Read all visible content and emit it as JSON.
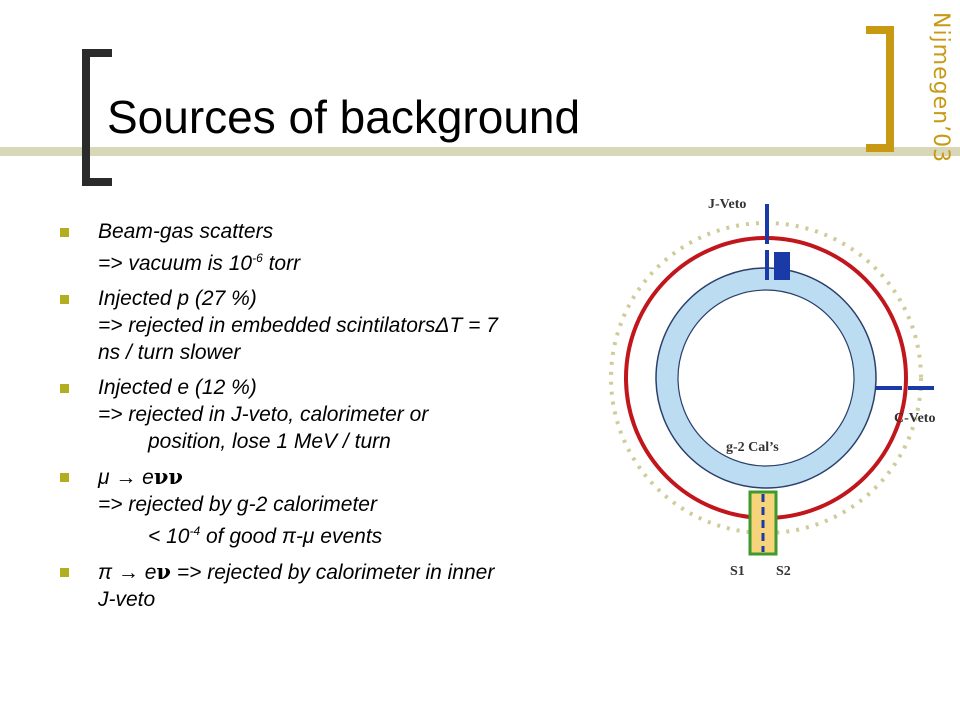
{
  "slide": {
    "title": "Sources of background",
    "side_label": "Nijmegen’03",
    "bullets": [
      {
        "lines": [
          {
            "parts": [
              {
                "t": "Beam-gas scatters"
              }
            ]
          },
          {
            "parts": [
              {
                "t": "=> vacuum is 10"
              },
              {
                "t": "-6",
                "sup": true
              },
              {
                "t": " torr"
              }
            ]
          }
        ]
      },
      {
        "lines": [
          {
            "parts": [
              {
                "t": "Injected p (27 %)"
              }
            ]
          },
          {
            "parts": [
              {
                "t": "=> rejected in embedded scintilatorsΔT = 7"
              }
            ]
          },
          {
            "parts": [
              {
                "t": "ns / turn slower"
              }
            ]
          }
        ]
      },
      {
        "lines": [
          {
            "parts": [
              {
                "t": "Injected e (12 %)"
              }
            ]
          },
          {
            "parts": [
              {
                "t": "=> rejected in J-veto, calorimeter or"
              }
            ]
          },
          {
            "parts": [
              {
                "t": "position, lose 1 MeV / turn"
              }
            ],
            "indent": true
          }
        ]
      },
      {
        "lines": [
          {
            "parts": [
              {
                "t": "μ → e"
              },
              {
                "t": "νν",
                "greek": true
              }
            ]
          },
          {
            "parts": [
              {
                "t": "=> rejected by g-2 calorimeter"
              }
            ]
          },
          {
            "parts": [
              {
                "t": "< 10"
              },
              {
                "t": "-4",
                "sup": true
              },
              {
                "t": " of good π-μ events"
              }
            ],
            "indent": true
          }
        ]
      },
      {
        "lines": [
          {
            "parts": [
              {
                "t": "π → e"
              },
              {
                "t": "ν",
                "greek": true
              },
              {
                "t": " => rejected by calorimeter in inner"
              }
            ]
          },
          {
            "parts": [
              {
                "t": "J-veto"
              }
            ]
          }
        ]
      }
    ]
  },
  "diagram": {
    "labels": {
      "j_veto": "J-Veto",
      "c_veto": "C-Veto",
      "cal": "g-2 Cal’s",
      "s1": "S1",
      "s2": "S2"
    },
    "colors": {
      "outer_ring": "#c0161c",
      "inner_ring_fill": "#bcdcf2",
      "inner_ring_stroke": "#2b3f6b",
      "veto": "#1a3aa8",
      "dotted": "#d0cc9a",
      "scint_fill": "#f7d37a",
      "scint_border": "#3f9a2e"
    }
  }
}
